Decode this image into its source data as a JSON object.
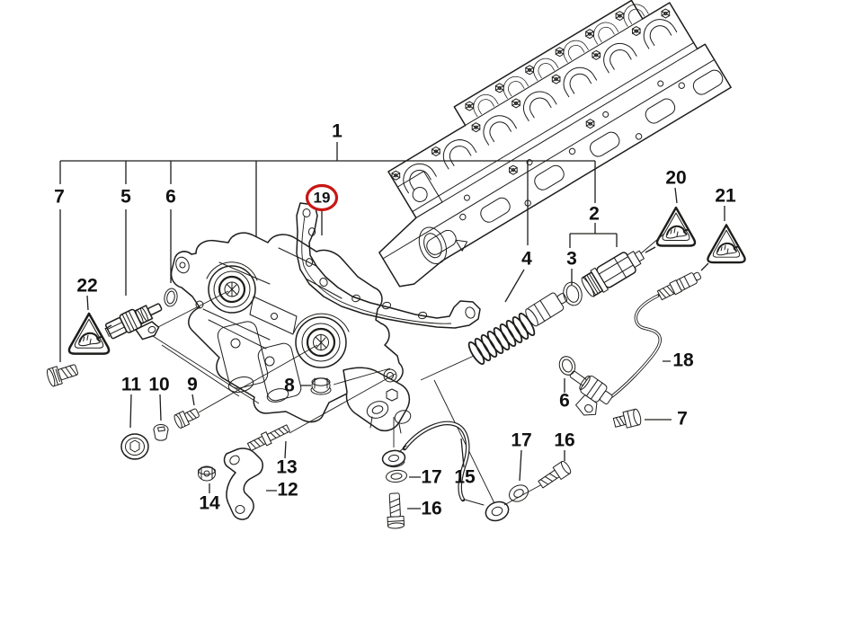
{
  "diagram": {
    "background": "#ffffff",
    "ink": "#1d1d1b",
    "highlight": {
      "callout": "19",
      "color": "#c81714"
    },
    "callouts": {
      "n1": "1",
      "n2": "2",
      "n3": "3",
      "n4": "4",
      "n5": "5",
      "n6": "6",
      "n7": "7",
      "n8": "8",
      "n9": "9",
      "n10": "10",
      "n11": "11",
      "n12": "12",
      "n13": "13",
      "n14": "14",
      "n15": "15",
      "n16": "16",
      "n17": "17",
      "n18": "18",
      "n19": "19",
      "n20": "20",
      "n21": "21",
      "n22": "22"
    }
  }
}
